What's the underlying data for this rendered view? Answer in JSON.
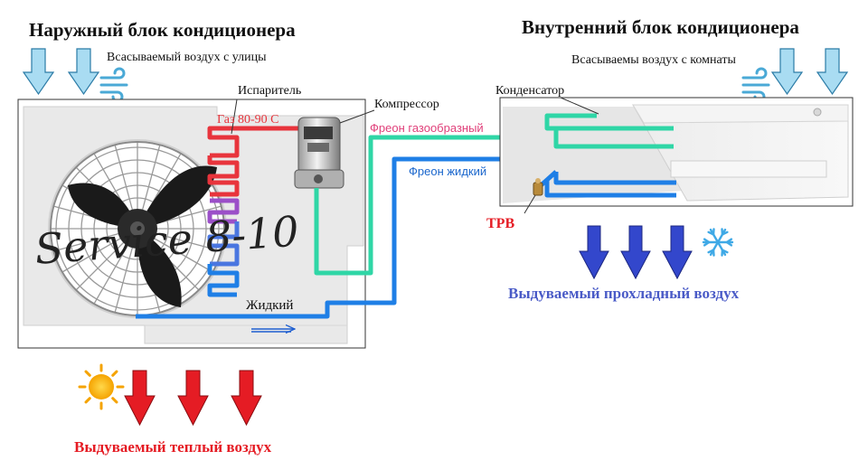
{
  "outdoor": {
    "title": "Наружный блок кондиционера",
    "intake_label": "Всасываемый воздух с улицы",
    "evaporator_label": "Испаритель",
    "gas_temp_label": "Газ 80-90 С",
    "compressor_label": "Компрессор",
    "liquid_label": "Жидкий",
    "exhaust_label": "Выдуваемый теплый воздух"
  },
  "indoor": {
    "title": "Внутренний блок кондиционера",
    "intake_label": "Всасываемы воздух с комнаты",
    "condenser_label": "Конденсатор",
    "trv_label": "ТРВ",
    "exhaust_label": "Выдуваемый прохладный воздух"
  },
  "pipes": {
    "gas_label": "Фреон газообразный",
    "liquid_label": "Фреон жидкий"
  },
  "watermark": "Service 8-10",
  "colors": {
    "hot_gas": "#e8343c",
    "gas_pipe": "#2fd6a6",
    "liquid_pipe": "#1f7fe6",
    "intake_arrow": "#a9dcf2",
    "warm_arrow": "#e51c24",
    "cool_arrow": "#3347cc",
    "warm_text": "#e51c24",
    "cool_text": "#4a5bc7",
    "gas_text": "#e0407a",
    "liquid_text": "#1a66cc"
  },
  "icons": {
    "sun": "sun-icon",
    "snowflake": "snowflake-icon",
    "wind": "wind-icon"
  }
}
